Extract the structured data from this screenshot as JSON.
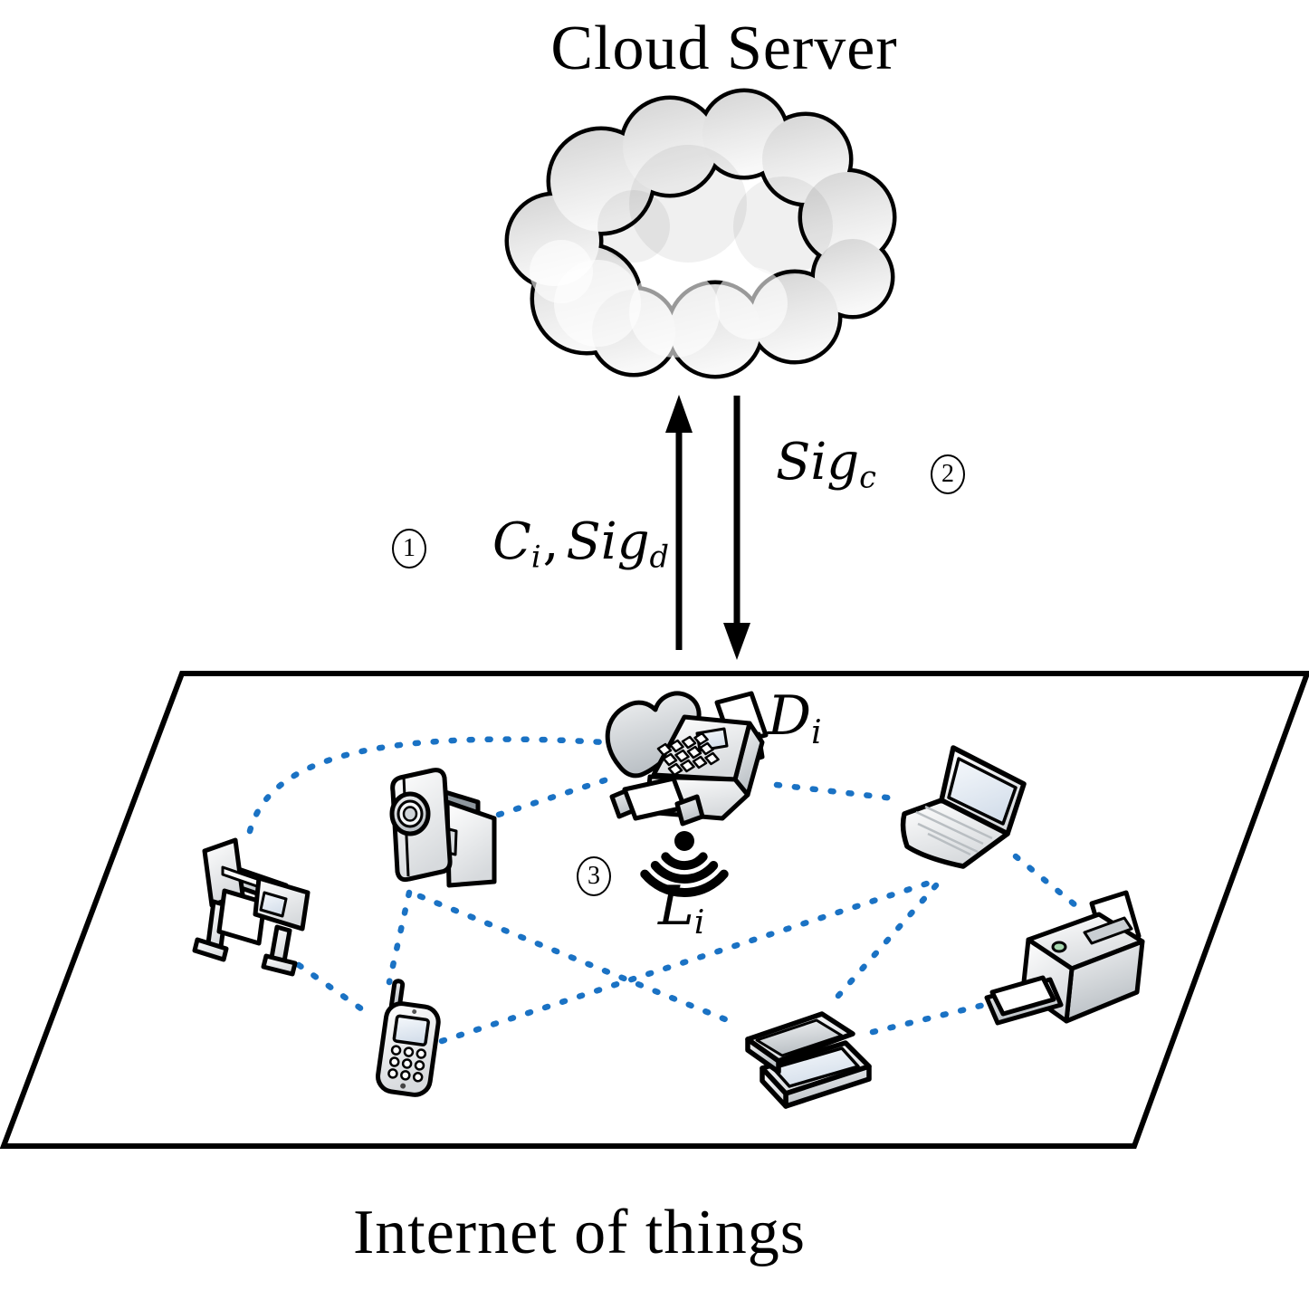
{
  "title": "Cloud Server",
  "caption": "Internet of things",
  "steps": {
    "one": "1",
    "two": "2",
    "three": "3"
  },
  "messages": {
    "upload_var": "C",
    "upload_var_sub": "i",
    "upload_separator": ",",
    "upload_sig": "Sig",
    "upload_sig_sub": "d",
    "download_sig": "Sig",
    "download_sig_sub": "c"
  },
  "labels": {
    "device_var": "D",
    "device_var_sub": "i",
    "link_var": "L",
    "link_var_sub": "i"
  },
  "colors": {
    "link_blue": "#1a72c4",
    "outline": "#000000",
    "cloud_fill": "#e9e9e9",
    "screen_tint": "#dde6f0"
  },
  "icons": {
    "cloud": "cloud-icon",
    "upload_arrow": "up-arrow-icon",
    "download_arrow": "down-arrow-icon",
    "plotter": "plotter-icon",
    "camera": "video-camera-icon",
    "fax": "fax-machine-icon",
    "laptop": "laptop-icon",
    "printer": "printer-icon",
    "phone": "mobile-phone-icon",
    "scanner": "scanner-icon",
    "wireless": "wireless-signal-icon",
    "plane": "iot-network-plane"
  }
}
